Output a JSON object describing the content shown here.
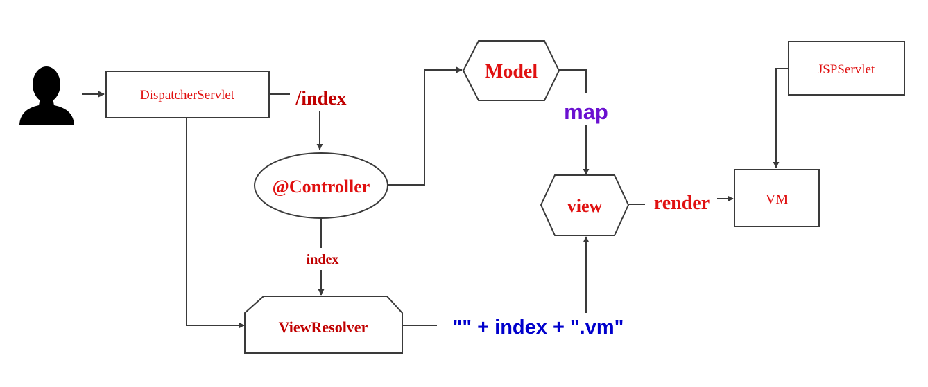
{
  "nodes": {
    "dispatcher": "DispatcherServlet",
    "controller": "@Controller",
    "model": "Model",
    "view": "view",
    "resolver": "ViewResolver",
    "jsp": "JSPServlet",
    "vm": "VM"
  },
  "edges": {
    "index_path": "/index",
    "index_return": "index",
    "map": "map",
    "render": "render",
    "expression": "\"\" + index + \".vm\""
  },
  "colors": {
    "line": "#3a3a3a",
    "red_text": "#e01010",
    "dark_red_text": "#c00000",
    "purple_text": "#6a10d0",
    "blue_text": "#0000cc"
  },
  "icons": {
    "user": "user-silhouette-icon"
  }
}
